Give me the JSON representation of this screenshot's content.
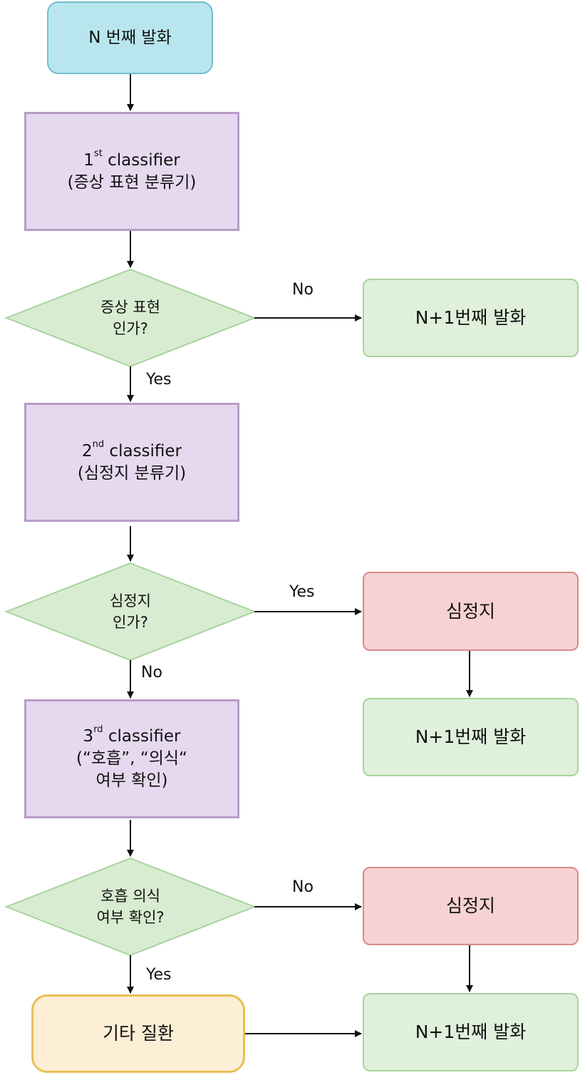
{
  "nodes": {
    "start": "N 번째 발화",
    "c1_line1_num": "1",
    "c1_line1_sup": "st",
    "c1_line1_rest": " classifier",
    "c1_line2": "(증상 표현 분류기)",
    "d1_line1": "증상 표현",
    "d1_line2": "인가?",
    "next1": "N+1번째 발화",
    "c2_line1_num": "2",
    "c2_line1_sup": "nd",
    "c2_line1_rest": " classifier",
    "c2_line2": "(심정지 분류기)",
    "d2_line1": "심정지",
    "d2_line2": "인가?",
    "arrest1": "심정지",
    "next2": "N+1번째 발화",
    "c3_line1_num": "3",
    "c3_line1_sup": "rd",
    "c3_line1_rest": " classifier",
    "c3_line2": "(“호흡”, “의식“",
    "c3_line3": "여부 확인)",
    "d3_line1": "호흡 의식",
    "d3_line2": "여부 확인?",
    "arrest2": "심정지",
    "other": "기타 질환",
    "next3": "N+1번째 발화"
  },
  "edges": {
    "d1_no": "No",
    "d1_yes": "Yes",
    "d2_yes": "Yes",
    "d2_no": "No",
    "d3_no": "No",
    "d3_yes": "Yes"
  },
  "colors": {
    "start_fill": "#b9e6ee",
    "process_fill": "#e6d9ef",
    "decision_fill": "#d8ecd1",
    "green_fill": "#dff0db",
    "red_fill": "#f8d2d2",
    "orange_fill": "#fdeed6"
  }
}
